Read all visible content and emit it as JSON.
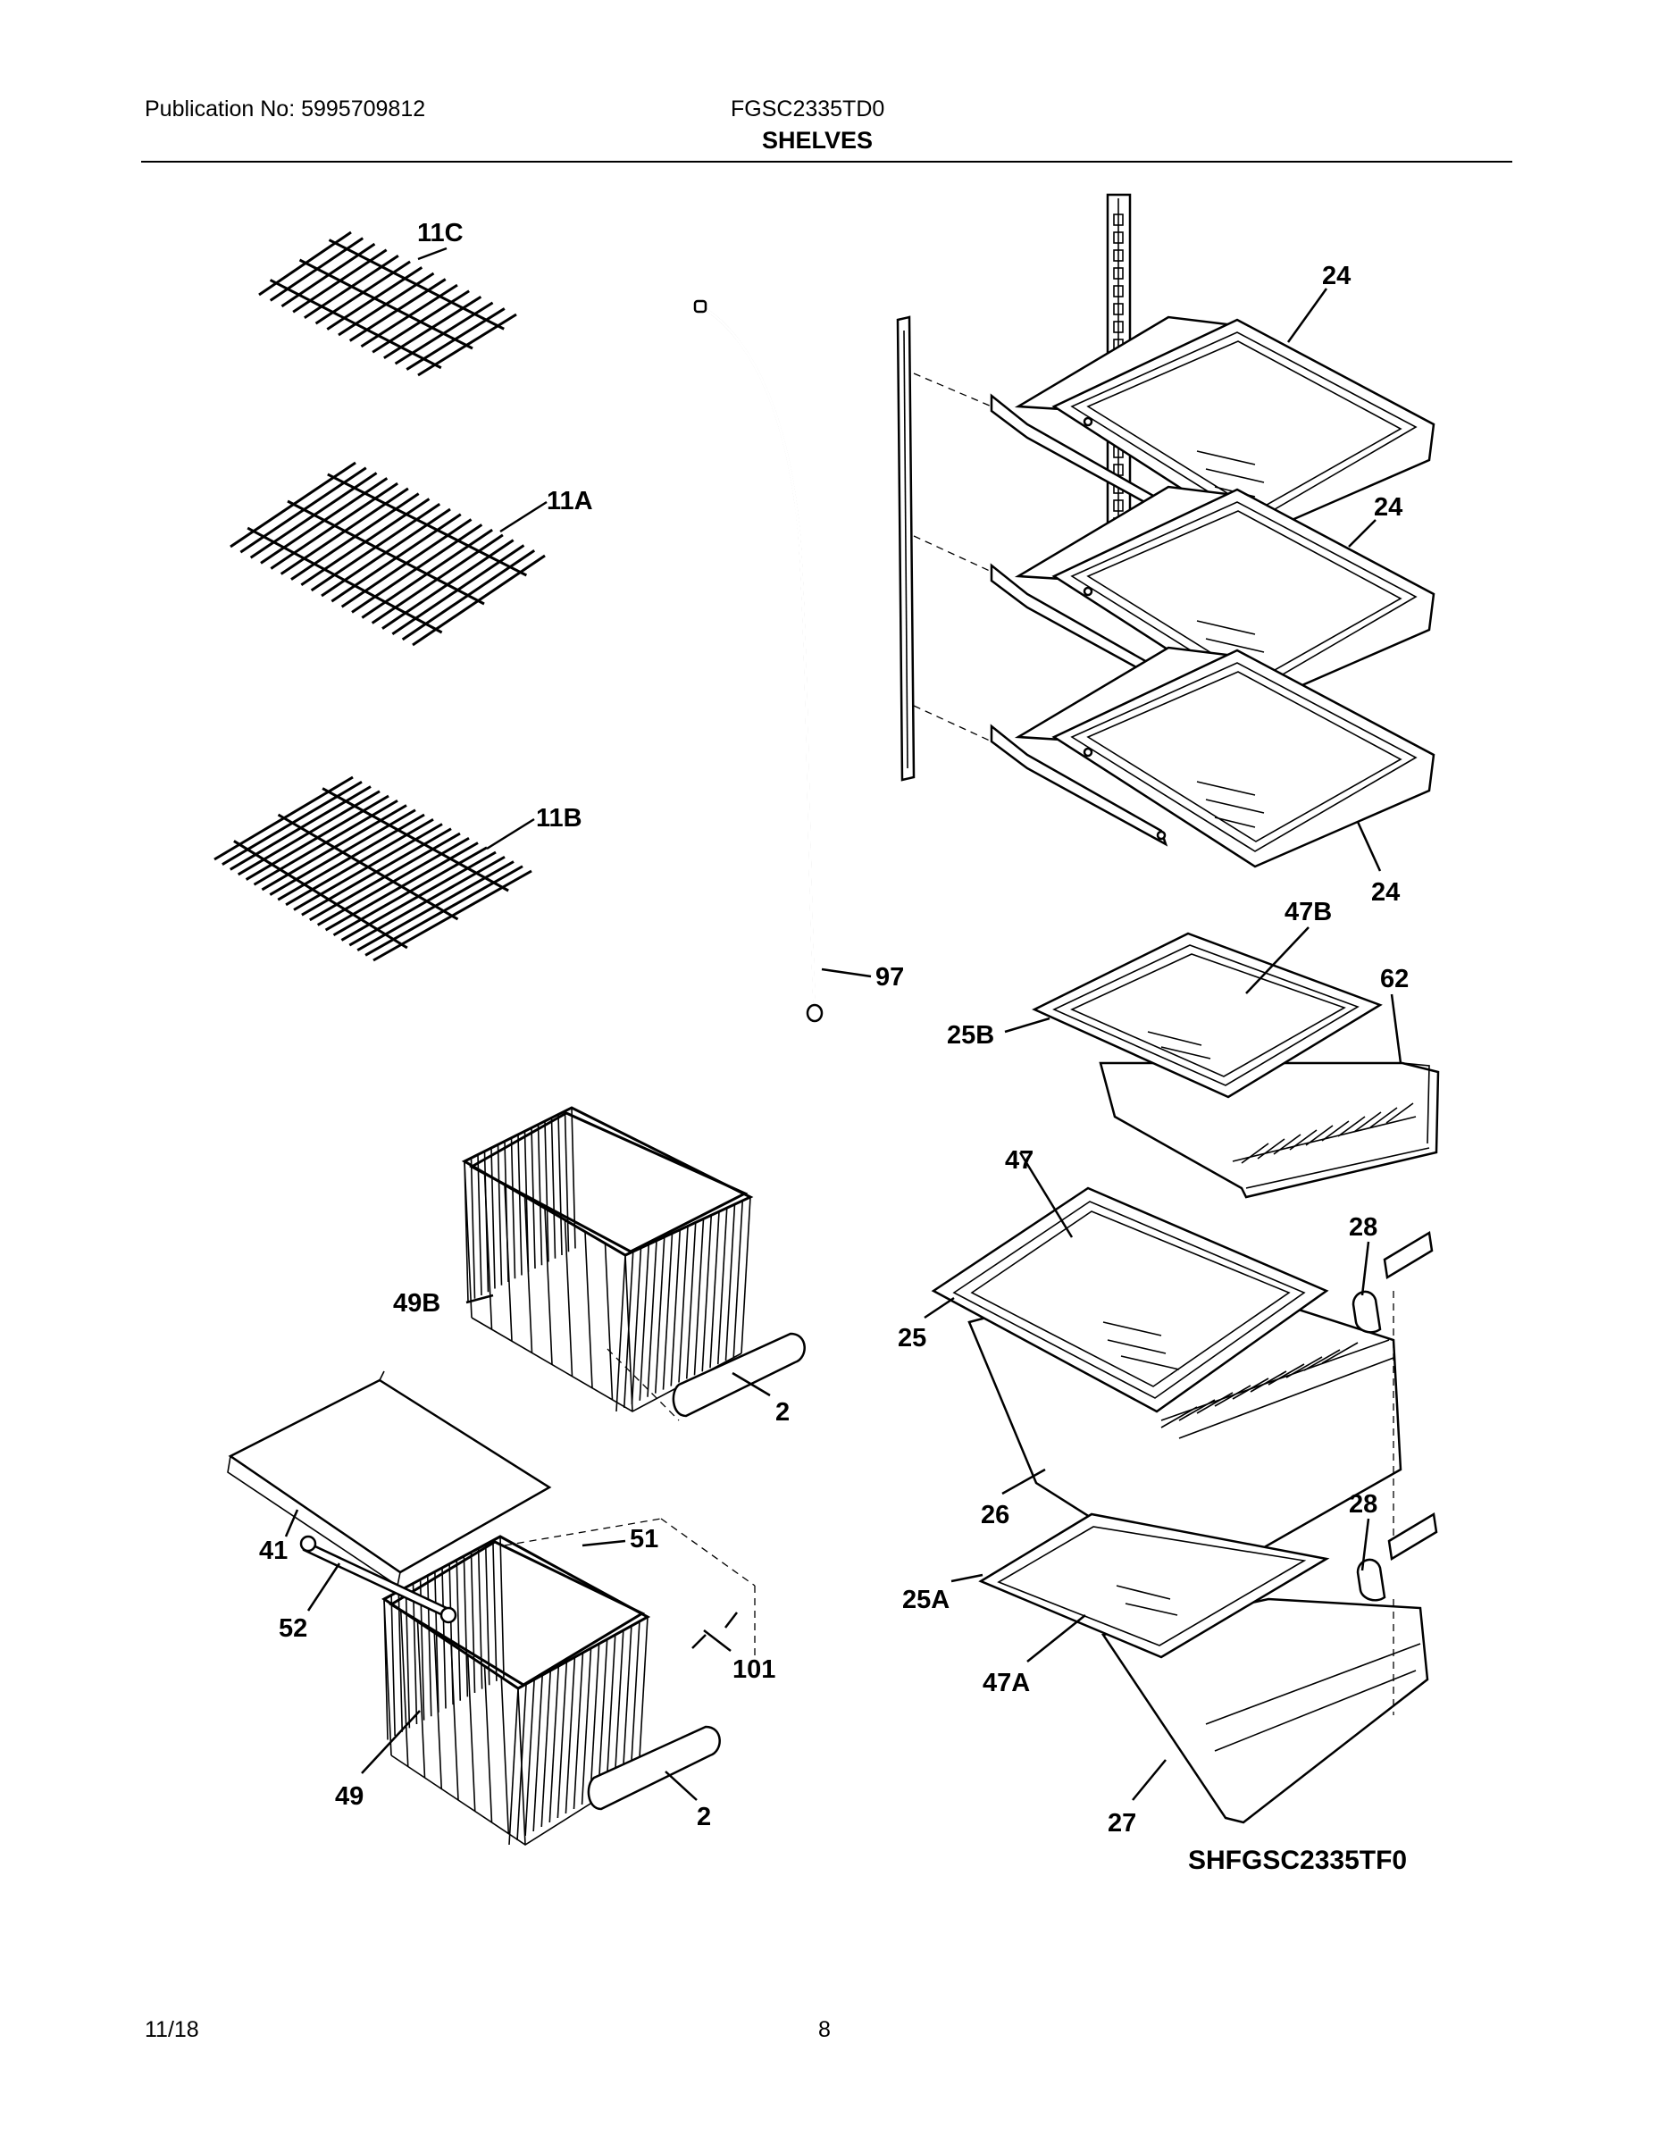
{
  "header": {
    "publication": "Publication No: 5995709812",
    "model": "FGSC2335TD0",
    "section_title": "SHELVES"
  },
  "footer": {
    "date": "11/18",
    "page_number": "8"
  },
  "diagram": {
    "reference_code": "SHFGSC2335TF0",
    "callouts": {
      "c11C": "11C",
      "c11A": "11A",
      "c11B": "11B",
      "c97": "97",
      "c24a": "24",
      "c24b": "24",
      "c24c": "24",
      "c47B": "47B",
      "c62": "62",
      "c25B": "25B",
      "c47": "47",
      "c28a": "28",
      "c25": "25",
      "c26": "26",
      "c28b": "28",
      "c25A": "25A",
      "c47A": "47A",
      "c27": "27",
      "c49B": "49B",
      "c2a": "2",
      "c41": "41",
      "c51": "51",
      "c52": "52",
      "c101": "101",
      "c49": "49",
      "c2b": "2"
    }
  }
}
